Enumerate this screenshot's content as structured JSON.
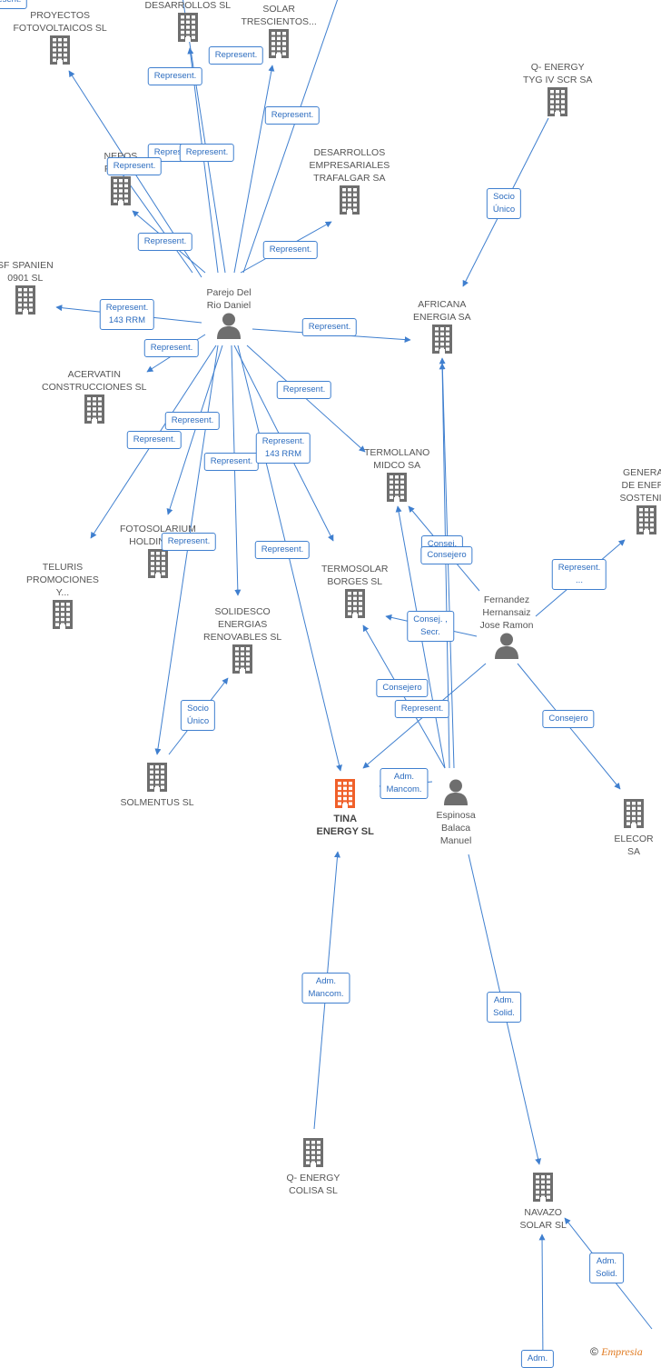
{
  "graph": {
    "nodes": [
      {
        "id": "proyectos",
        "label": "PROYECTOS\nFOTOVOLTAICOS SL",
        "type": "company"
      },
      {
        "id": "desarrollos_top",
        "label": "DESARROLLOS SL",
        "type": "company"
      },
      {
        "id": "solar_trescientos",
        "label": "SOLAR\nTRESCIENTOS...",
        "type": "company"
      },
      {
        "id": "nepos",
        "label": "NEPOS\nFOTOV",
        "type": "company"
      },
      {
        "id": "desarrollos_trafalgar",
        "label": "DESARROLLOS\nEMPRESARIALES\nTRAFALGAR SA",
        "type": "company"
      },
      {
        "id": "qenergy_tyg",
        "label": "Q- ENERGY\nTYG IV SCR SA",
        "type": "company"
      },
      {
        "id": "sf_spanien",
        "label": "SF SPANIEN\n0901 SL",
        "type": "company"
      },
      {
        "id": "africana",
        "label": "AFRICANA\nENERGIA SA",
        "type": "company"
      },
      {
        "id": "acervatin",
        "label": "ACERVATIN\nCONSTRUCCIONES SL",
        "type": "company"
      },
      {
        "id": "termollano",
        "label": "TERMOLLANO\nMIDCO SA",
        "type": "company"
      },
      {
        "id": "generacion",
        "label": "GENERAC\nDE ENERG\nSOSTENIBL",
        "type": "company"
      },
      {
        "id": "fotosolarium",
        "label": "FOTOSOLARIUM\nHOLDING SL",
        "type": "company"
      },
      {
        "id": "teluris",
        "label": "TELURIS\nPROMOCIONES\nY...",
        "type": "company"
      },
      {
        "id": "termosolar",
        "label": "TERMOSOLAR\nBORGES SL",
        "type": "company"
      },
      {
        "id": "solidesco",
        "label": "SOLIDESCO\nENERGIAS\nRENOVABLES SL",
        "type": "company"
      },
      {
        "id": "solmentus",
        "label": "SOLMENTUS SL",
        "type": "company"
      },
      {
        "id": "tina",
        "label": "TINA\nENERGY  SL",
        "type": "company",
        "main": true
      },
      {
        "id": "elecor",
        "label": "ELECOR SA",
        "type": "company"
      },
      {
        "id": "qenergy_colisa",
        "label": "Q- ENERGY\nCOLISA  SL",
        "type": "company"
      },
      {
        "id": "navazo",
        "label": "NAVAZO\nSOLAR SL",
        "type": "company"
      },
      {
        "id": "parejo",
        "label": "Parejo Del\nRio Daniel",
        "type": "person"
      },
      {
        "id": "fernandez",
        "label": "Fernandez\nHernansaiz\nJose Ramon",
        "type": "person"
      },
      {
        "id": "espinosa",
        "label": "Espinosa\nBalaca\nManuel",
        "type": "person"
      }
    ],
    "edges": [
      {
        "from": "parejo",
        "to": "proyectos",
        "label": "Represent."
      },
      {
        "from": "parejo",
        "to": "desarrollos_top",
        "label": "Represent."
      },
      {
        "from": "parejo",
        "to": "desarrollos_top",
        "label": "Represent."
      },
      {
        "from": "parejo",
        "to": "solar_trescientos",
        "label": "Represent."
      },
      {
        "from": "parejo",
        "to": "solar_trescientos",
        "label": "Represent."
      },
      {
        "from": "parejo",
        "to": "nepos",
        "label": "Represent."
      },
      {
        "from": "parejo",
        "to": "nepos",
        "label": "Represent."
      },
      {
        "from": "parejo",
        "to": "desarrollos_trafalgar",
        "label": "Represent."
      },
      {
        "from": "parejo",
        "to": "sf_spanien",
        "label": "Represent.\n143 RRM"
      },
      {
        "from": "parejo",
        "to": "acervatin",
        "label": "Represent."
      },
      {
        "from": "parejo",
        "to": "africana",
        "label": "Represent."
      },
      {
        "from": "parejo",
        "to": "termollano",
        "label": "Represent."
      },
      {
        "from": "parejo",
        "to": "fotosolarium",
        "label": "Represent."
      },
      {
        "from": "parejo",
        "to": "teluris",
        "label": "Represent."
      },
      {
        "from": "parejo",
        "to": "solmentus",
        "label": "Represent."
      },
      {
        "from": "parejo",
        "to": "termosolar",
        "label": "Represent.\n143 RRM"
      },
      {
        "from": "parejo",
        "to": "solidesco",
        "label": "Represent."
      },
      {
        "from": "parejo",
        "to": "tina",
        "label": "Represent."
      },
      {
        "from": "parejo",
        "to": "africana",
        "label": "Represent."
      },
      {
        "from": "qenergy_tyg",
        "to": "africana",
        "label": "Socio\nÚnico"
      },
      {
        "from": "solmentus",
        "to": "solidesco",
        "label": "Socio\nÚnico"
      },
      {
        "from": "fernandez",
        "to": "generacion",
        "label": "Represent.\n..."
      },
      {
        "from": "fernandez",
        "to": "termollano",
        "label": "Consej."
      },
      {
        "from": "fernandez",
        "to": "termosolar",
        "label": "Consej. ,\nSecr."
      },
      {
        "from": "fernandez",
        "to": "tina",
        "label": "Represent."
      },
      {
        "from": "fernandez",
        "to": "elecor",
        "label": "Consejero"
      },
      {
        "from": "espinosa",
        "to": "termollano",
        "label": "Consejero"
      },
      {
        "from": "espinosa",
        "to": "africana",
        "label": ""
      },
      {
        "from": "espinosa",
        "to": "termosolar",
        "label": "Consejero"
      },
      {
        "from": "espinosa",
        "to": "tina",
        "label": "Adm.\nMancom."
      },
      {
        "from": "espinosa",
        "to": "navazo",
        "label": "Adm.\nSolid."
      },
      {
        "from": "qenergy_colisa",
        "to": "tina",
        "label": "Adm.\nMancom."
      },
      {
        "from": "offscreen",
        "to": "navazo",
        "label": "Adm.\nSolid."
      },
      {
        "from": "offscreen2",
        "to": "navazo",
        "label": "Adm."
      }
    ]
  },
  "footer": {
    "copyright_symbol": "©",
    "brand": "Empresia"
  },
  "colors": {
    "edge": "#3f7fcf",
    "building": "#6e6e6e",
    "main_building": "#f0602a",
    "person": "#6e6e6e"
  }
}
